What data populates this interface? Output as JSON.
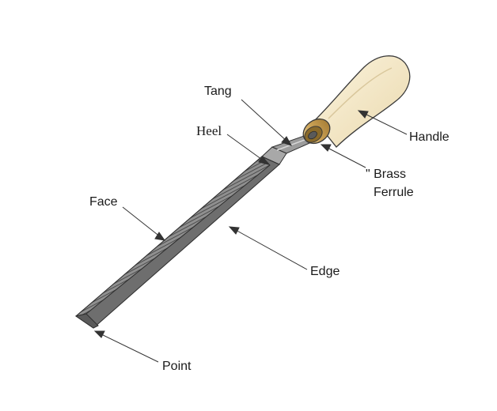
{
  "labels": {
    "tang": "Tang",
    "heel": "Heel",
    "handle": "Handle",
    "brass_line1": "\" Brass",
    "brass_line2": "Ferrule",
    "face": "Face",
    "edge": "Edge",
    "point": "Point"
  },
  "colors": {
    "background": "#ffffff",
    "text": "#1a1a1a",
    "handle_wood": "#f6ecd0",
    "ferrule_brass": "#d2b06a",
    "file_metal": "#9a9a9a",
    "file_dark": "#4a4a4a",
    "arrow": "#333333"
  },
  "icons": {
    "file_tool": "hand-file-illustration"
  }
}
